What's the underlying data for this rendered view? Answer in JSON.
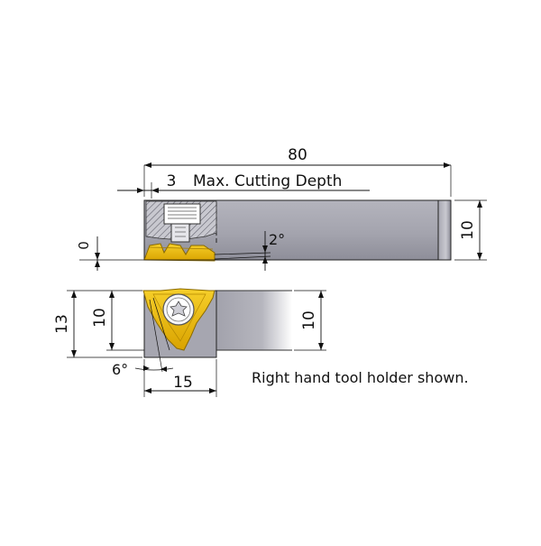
{
  "dimensions": {
    "overall_length": "80",
    "max_cutting_depth_value": "3",
    "max_cutting_depth_label": "Max. Cutting Depth",
    "shank_height": "10",
    "zero_ref": "0",
    "angle_side": "2°",
    "head_height": "13",
    "head_inner": "10",
    "shank_section": "10",
    "angle_front": "6°",
    "head_width": "15"
  },
  "caption": "Right hand tool holder shown.",
  "colors": {
    "holder_body": "#a8a8b2",
    "holder_dark": "#8f8f9a",
    "insert_gold": "#e8b400",
    "insert_edge": "#9a7400",
    "line": "#111111"
  }
}
